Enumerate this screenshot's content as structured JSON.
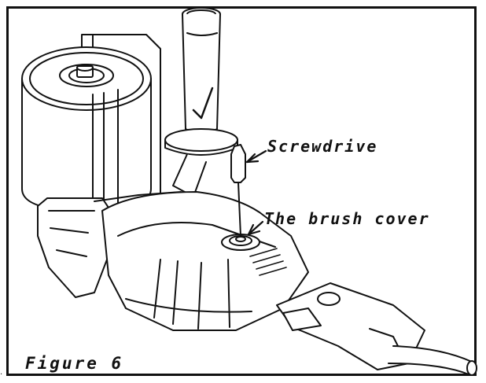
{
  "labels": {
    "screwdriver": "Screwdrive",
    "brush_cover": "The brush cover",
    "figure_caption": "Figure 6"
  },
  "stray_mark": ".",
  "colors": {
    "line": "#111111",
    "background": "#ffffff"
  },
  "parts": [
    "grinding-wheel",
    "wheel-guard",
    "side-handle",
    "motor-housing",
    "rear-handle",
    "power-cord",
    "screwdriver",
    "brush-cover"
  ]
}
